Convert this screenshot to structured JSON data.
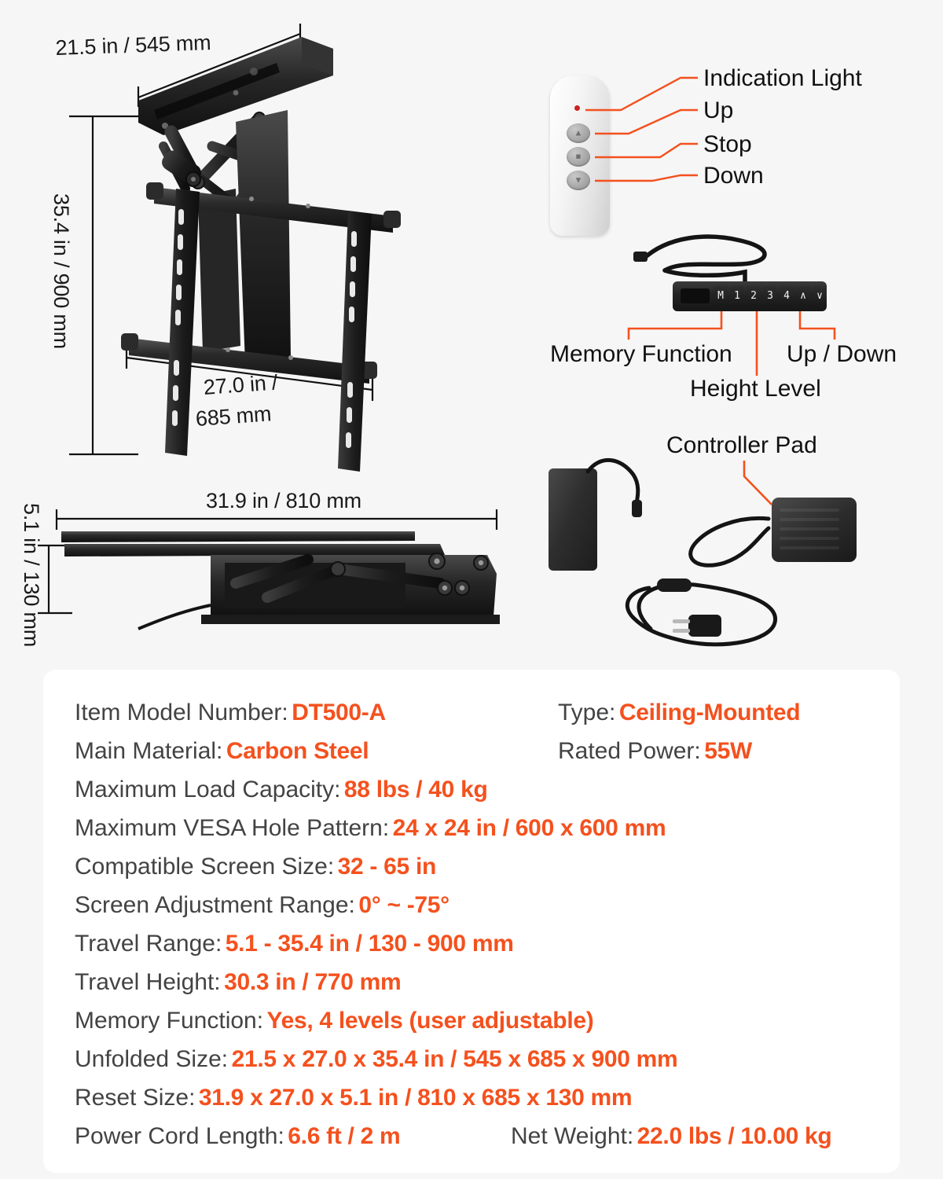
{
  "theme": {
    "background": "#f6f6f6",
    "card_background": "#ffffff",
    "accent": "#f4511e",
    "label_color": "#434343",
    "dimension_color": "#1a1a1a"
  },
  "dimensions": {
    "unfolded_width": "21.5 in / 545 mm",
    "unfolded_height": "35.4 in / 900 mm",
    "unfolded_depth_line1": "27.0 in /",
    "unfolded_depth_line2": "685 mm",
    "folded_width": "31.9 in / 810 mm",
    "folded_height": "5.1 in / 130 mm"
  },
  "remote": {
    "callouts": [
      {
        "label": "Indication Light"
      },
      {
        "label": "Up"
      },
      {
        "label": "Stop"
      },
      {
        "label": "Down"
      }
    ],
    "led_color": "#cc2222",
    "buttons": [
      {
        "name": "up",
        "glyph": "▲"
      },
      {
        "name": "stop",
        "glyph": "■"
      },
      {
        "name": "down",
        "glyph": "▼"
      }
    ]
  },
  "control_panel": {
    "keys": [
      "M",
      "1",
      "2",
      "3",
      "4",
      "∧",
      "∨"
    ],
    "callouts": [
      {
        "label": "Memory Function"
      },
      {
        "label": "Height Level"
      },
      {
        "label": "Up / Down"
      }
    ]
  },
  "accessories": {
    "controller_pad_label": "Controller Pad"
  },
  "specs": {
    "rows": [
      {
        "label": "Item Model Number:",
        "value": "DT500-A",
        "right_label": "Type:",
        "right_value": "Ceiling-Mounted"
      },
      {
        "label": "Main Material:",
        "value": "Carbon Steel",
        "right_label": "Rated Power:",
        "right_value": "55W"
      },
      {
        "label": "Maximum Load Capacity:",
        "value": "88 lbs / 40 kg"
      },
      {
        "label": "Maximum VESA Hole Pattern:",
        "value": "24 x 24 in / 600 x 600 mm"
      },
      {
        "label": "Compatible Screen Size:",
        "value": "32 - 65 in"
      },
      {
        "label": "Screen Adjustment Range:",
        "value": "0° ~ -75°"
      },
      {
        "label": "Travel Range:",
        "value": "5.1 - 35.4 in / 130 - 900 mm"
      },
      {
        "label": "Travel Height:",
        "value": "30.3 in / 770 mm"
      },
      {
        "label": "Memory Function:",
        "value": "Yes, 4 levels (user adjustable)"
      },
      {
        "label": "Unfolded Size:",
        "value": "21.5 x 27.0 x 35.4 in / 545 x 685 x 900 mm"
      },
      {
        "label": "Reset Size:",
        "value": "31.9 x 27.0 x 5.1 in / 810 x 685 x 130 mm"
      },
      {
        "label": "Power Cord Length:",
        "value": "6.6 ft / 2 m",
        "right_label": "Net Weight:",
        "right_value": "22.0 lbs / 10.00 kg"
      }
    ]
  }
}
